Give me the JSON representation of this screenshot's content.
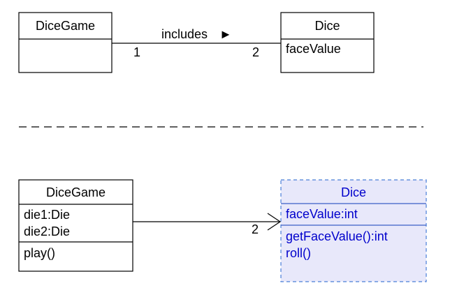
{
  "top": {
    "left_class": {
      "name": "DiceGame",
      "attributes": []
    },
    "right_class": {
      "name": "Dice",
      "attributes": [
        "faceValue"
      ]
    },
    "association": {
      "label": "includes",
      "direction_marker": "►",
      "left_multiplicity": "1",
      "right_multiplicity": "2"
    }
  },
  "divider": {
    "style": "dashed"
  },
  "bottom": {
    "left_class": {
      "name": "DiceGame",
      "attributes": [
        "die1:Die",
        "die2:Die"
      ],
      "operations": [
        "play()"
      ]
    },
    "right_class": {
      "name": "Dice",
      "attributes": [
        "faceValue:int"
      ],
      "operations": [
        "getFaceValue():int",
        "roll()"
      ],
      "highlighted": true,
      "highlight_fill": "#e8e8fa",
      "highlight_stroke": "#4a7fd8",
      "highlight_text": "#0000cc"
    },
    "association": {
      "right_multiplicity": "2",
      "navigable_to": "Dice"
    }
  }
}
